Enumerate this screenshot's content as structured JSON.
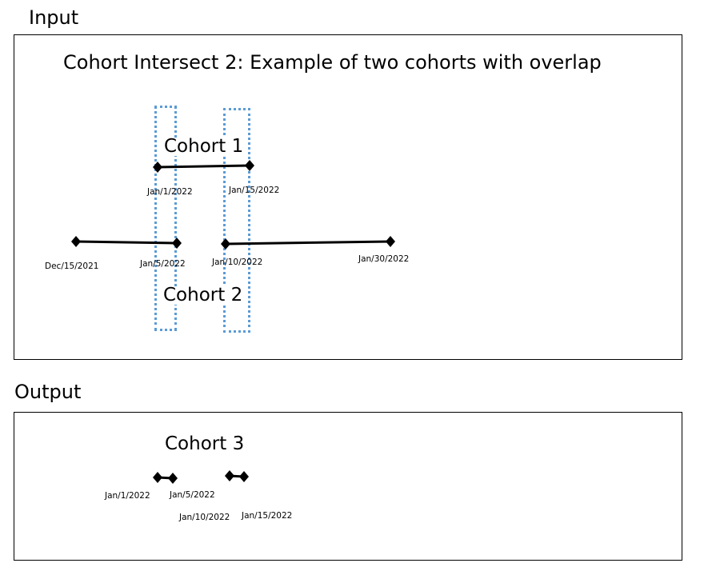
{
  "input": {
    "section_label": "Input",
    "title": "Cohort Intersect 2: Example of two cohorts with overlap",
    "cohort1": {
      "label": "Cohort 1",
      "start": "Jan/1/2022",
      "end": "Jan/15/2022"
    },
    "cohort2": {
      "label": "Cohort 2",
      "period_a": {
        "start": "Dec/15/2021",
        "end": "Jan/5/2022"
      },
      "period_b": {
        "start": "Jan/10/2022",
        "end": "Jan/30/2022"
      }
    }
  },
  "output": {
    "section_label": "Output",
    "cohort3": {
      "label": "Cohort 3",
      "period_a": {
        "start": "Jan/1/2022",
        "end": "Jan/5/2022"
      },
      "period_b": {
        "start": "Jan/10/2022",
        "end": "Jan/15/2022"
      }
    }
  },
  "colors": {
    "line": "#000000",
    "overlap_box": "#5b9bd5"
  }
}
